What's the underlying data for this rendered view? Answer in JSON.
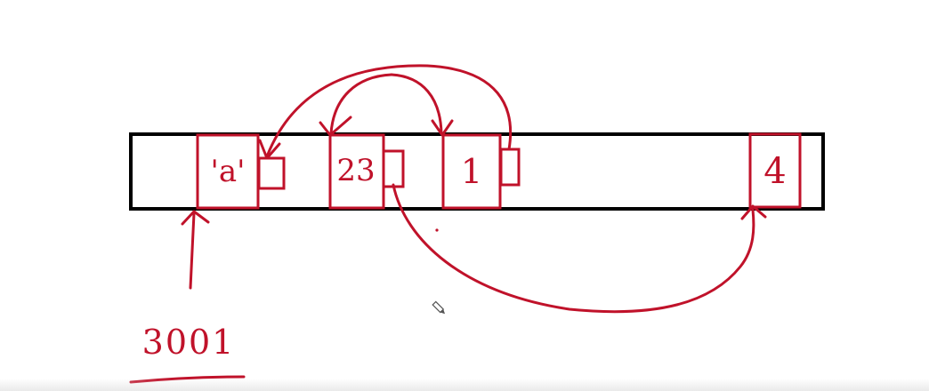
{
  "colors": {
    "ink_red": "#c0122a",
    "ink_black": "#000000",
    "background": "#ffffff"
  },
  "memory": {
    "nodes": [
      {
        "value": "'a'"
      },
      {
        "value": "23"
      },
      {
        "value": "1"
      },
      {
        "value": "4"
      }
    ]
  },
  "address": {
    "label": "3001"
  },
  "icons": {
    "cursor": "pencil-icon"
  }
}
